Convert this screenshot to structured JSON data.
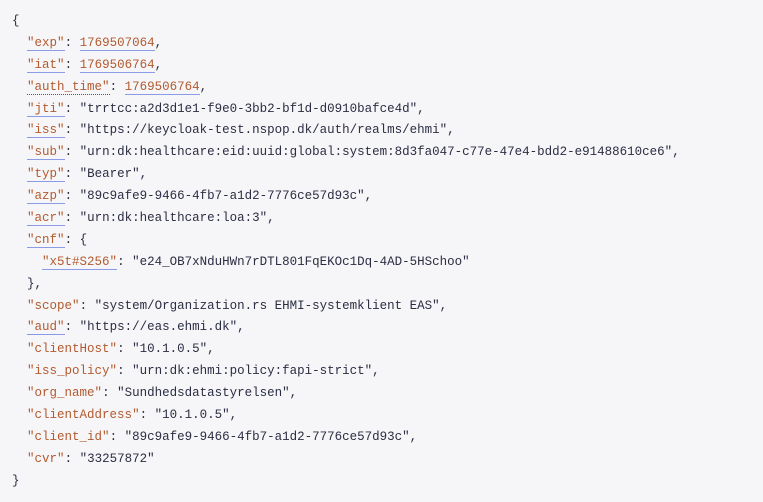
{
  "token": {
    "lines": [
      {
        "type": "open",
        "text": "{",
        "indent": 0
      },
      {
        "type": "kv",
        "key": "exp",
        "value": "1769507064",
        "vtype": "number",
        "comma": true,
        "indent": 1,
        "keyline": "solid",
        "valline": true
      },
      {
        "type": "kv",
        "key": "iat",
        "value": "1769506764",
        "vtype": "number",
        "comma": true,
        "indent": 1,
        "keyline": "solid",
        "valline": true
      },
      {
        "type": "kv",
        "key": "auth_time",
        "value": "1769506764",
        "vtype": "number",
        "comma": true,
        "indent": 1,
        "keyline": "dotted",
        "valline": true
      },
      {
        "type": "kv",
        "key": "jti",
        "value": "\"trrtcc:a2d3d1e1-f9e0-3bb2-bf1d-d0910bafce4d\"",
        "vtype": "string",
        "comma": true,
        "indent": 1,
        "keyline": "solid"
      },
      {
        "type": "kv",
        "key": "iss",
        "value": "\"https://keycloak-test.nspop.dk/auth/realms/ehmi\"",
        "vtype": "string",
        "comma": true,
        "indent": 1,
        "keyline": "solid"
      },
      {
        "type": "kv",
        "key": "sub",
        "value": "\"urn:dk:healthcare:eid:uuid:global:system:8d3fa047-c77e-47e4-bdd2-e91488610ce6\"",
        "vtype": "string",
        "comma": true,
        "indent": 1,
        "keyline": "solid"
      },
      {
        "type": "kv",
        "key": "typ",
        "value": "\"Bearer\"",
        "vtype": "string",
        "comma": true,
        "indent": 1,
        "keyline": "solid"
      },
      {
        "type": "kv",
        "key": "azp",
        "value": "\"89c9afe9-9466-4fb7-a1d2-7776ce57d93c\"",
        "vtype": "string",
        "comma": true,
        "indent": 1,
        "keyline": "solid"
      },
      {
        "type": "kv",
        "key": "acr",
        "value": "\"urn:dk:healthcare:loa:3\"",
        "vtype": "string",
        "comma": true,
        "indent": 1,
        "keyline": "solid"
      },
      {
        "type": "kv",
        "key": "cnf",
        "value": "{",
        "vtype": "punct",
        "comma": false,
        "indent": 1,
        "keyline": "solid"
      },
      {
        "type": "kv",
        "key": "x5t#S256",
        "value": "\"e24_OB7xNduHWn7rDTL801FqEKOc1Dq-4AD-5HSchoo\"",
        "vtype": "string",
        "comma": false,
        "indent": 2,
        "keyline": "solid"
      },
      {
        "type": "open",
        "text": "},",
        "indent": 1
      },
      {
        "type": "kv",
        "key": "scope",
        "value": "\"system/Organization.rs EHMI-systemklient EAS\"",
        "vtype": "string",
        "comma": true,
        "indent": 1
      },
      {
        "type": "kv",
        "key": "aud",
        "value": "\"https://eas.ehmi.dk\"",
        "vtype": "string",
        "comma": true,
        "indent": 1,
        "keyline": "solid"
      },
      {
        "type": "kv",
        "key": "clientHost",
        "value": "\"10.1.0.5\"",
        "vtype": "string",
        "comma": true,
        "indent": 1
      },
      {
        "type": "kv",
        "key": "iss_policy",
        "value": "\"urn:dk:ehmi:policy:fapi-strict\"",
        "vtype": "string",
        "comma": true,
        "indent": 1
      },
      {
        "type": "kv",
        "key": "org_name",
        "value": "\"Sundhedsdatastyrelsen\"",
        "vtype": "string",
        "comma": true,
        "indent": 1
      },
      {
        "type": "kv",
        "key": "clientAddress",
        "value": "\"10.1.0.5\"",
        "vtype": "string",
        "comma": true,
        "indent": 1
      },
      {
        "type": "kv",
        "key": "client_id",
        "value": "\"89c9afe9-9466-4fb7-a1d2-7776ce57d93c\"",
        "vtype": "string",
        "comma": true,
        "indent": 1
      },
      {
        "type": "kv",
        "key": "cvr",
        "value": "\"33257872\"",
        "vtype": "string",
        "comma": false,
        "indent": 1
      },
      {
        "type": "open",
        "text": "}",
        "indent": 0
      }
    ]
  },
  "colors": {
    "key": "#b35a2e",
    "text": "#2b2d42",
    "underline": "#8c9be6",
    "background": "#f6f6f8"
  }
}
